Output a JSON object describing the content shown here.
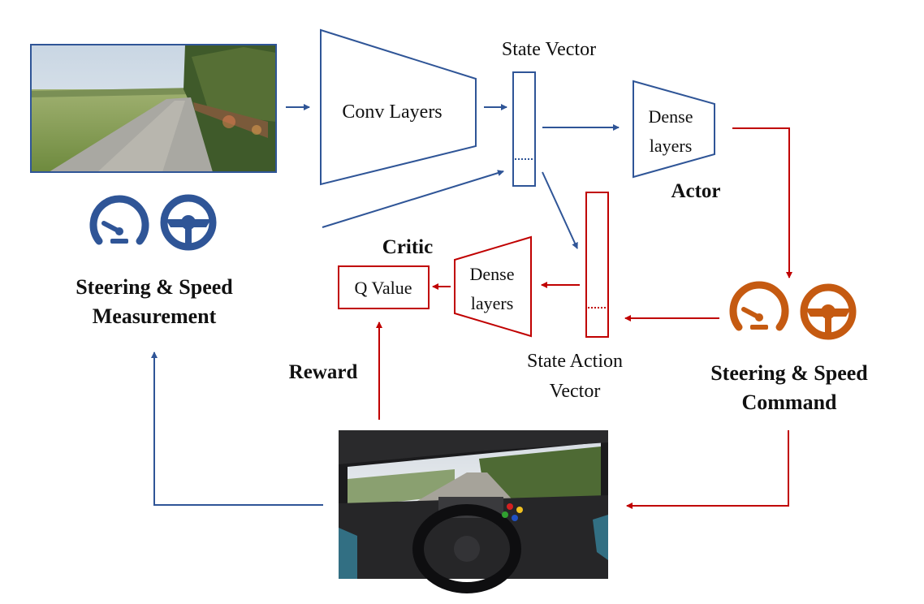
{
  "labels": {
    "state_vector": "State Vector",
    "conv_layers": "Conv Layers",
    "dense_actor_1": "Dense",
    "dense_actor_2": "layers",
    "actor": "Actor",
    "critic": "Critic",
    "q_value": "Q Value",
    "dense_critic_1": "Dense",
    "dense_critic_2": "layers",
    "state_action_1": "State Action",
    "state_action_2": "Vector",
    "measurement_1": "Steering & Speed",
    "measurement_2": "Measurement",
    "command_1": "Steering & Speed",
    "command_2": "Command",
    "reward": "Reward"
  },
  "icons": {
    "measurement_speed": "speedometer-icon",
    "measurement_steering": "steering-wheel-icon",
    "command_speed": "speedometer-icon",
    "command_steering": "steering-wheel-icon"
  },
  "colors": {
    "blue": "#2f5597",
    "red": "#c00000",
    "orange": "#c55a11"
  },
  "images": {
    "road_photo": "road-photo",
    "cockpit_photo": "cockpit-photo"
  }
}
